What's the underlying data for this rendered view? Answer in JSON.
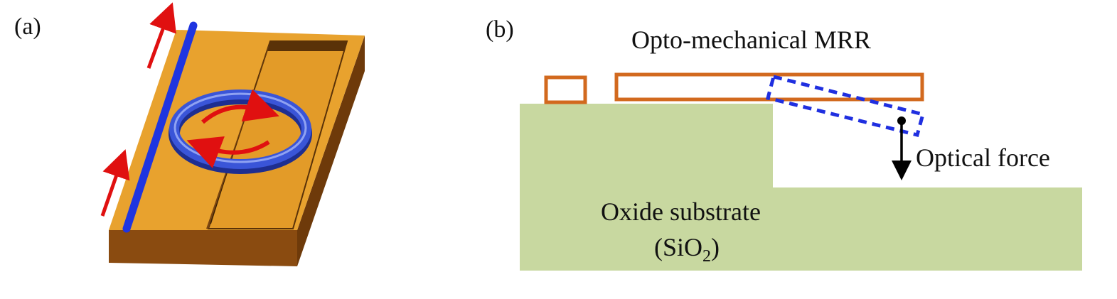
{
  "panels": {
    "a": {
      "label": "(a)"
    },
    "b": {
      "label": "(b)",
      "title": "Opto-mechanical MRR",
      "force_label": "Optical force",
      "substrate_label": "Oxide substrate",
      "substrate_formula": {
        "base": "(SiO",
        "subscript": "2",
        "suffix": ")"
      }
    }
  },
  "colors": {
    "chip_top": "#E8A22E",
    "chip_side_front": "#8A4B10",
    "chip_side_right": "#6E3A0A",
    "waveguide": "#1F35E0",
    "ring": "#3A55D8",
    "arrow_red": "#E01010",
    "ring_outline": "#D2691E",
    "deflected_ring": "#1F2FE0",
    "substrate": "#C8D8A0",
    "force_arrow": "#000000"
  },
  "icons": {
    "propagation_arrows": "red-arrow-icon",
    "circulation_arrows": "circular-arrow-icon",
    "force_arrow": "down-arrow-icon"
  }
}
